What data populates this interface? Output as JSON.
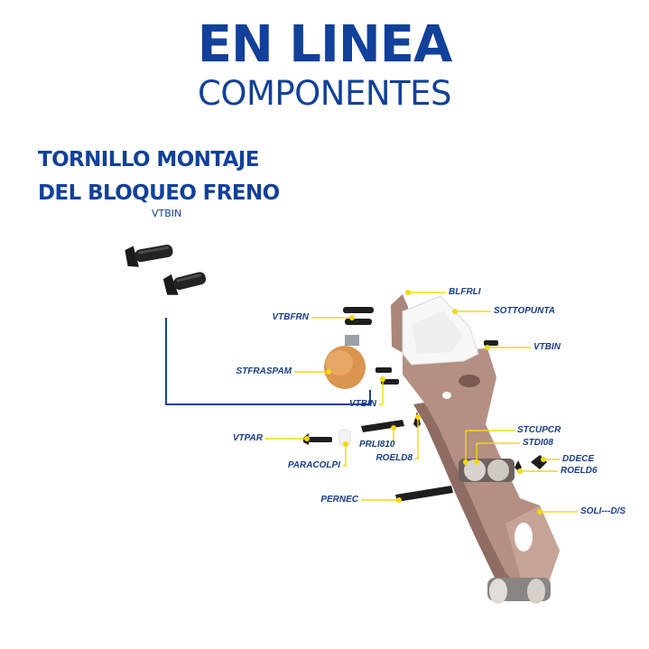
{
  "header": {
    "brand_line1": "EN LINEA",
    "brand_line2": "COMPONENTES"
  },
  "product": {
    "title_line1": "TORNILLO MONTAJE",
    "title_line2": "DEL BLOQUEO FRENO",
    "code": "VTBIN"
  },
  "colors": {
    "brand_blue": "#12419a",
    "label_blue": "#1a3d8c",
    "leader_yellow": "#f5d80a",
    "frame_bronze": "#b48f83",
    "bumper_orange": "#d9954f"
  },
  "labels": {
    "blfrli": "BLFRLI",
    "sottopunta": "SOTTOPUNTA",
    "vtbfrn": "VTBFRN",
    "vtbin_right": "VTBIN",
    "stfraspam": "STFRASPAM",
    "vtbin_center": "VTBIN",
    "stcupcr": "STCUPCR",
    "stdi08": "STDI08",
    "vtpar": "VTPAR",
    "prli810": "PRLI810",
    "ddece": "DDECE",
    "roeld8": "ROELD8",
    "roeld6": "ROELD6",
    "paracolpi": "PARACOLPI",
    "pernec": "PERNEC",
    "soli_ds": "SOLI---D/S"
  }
}
